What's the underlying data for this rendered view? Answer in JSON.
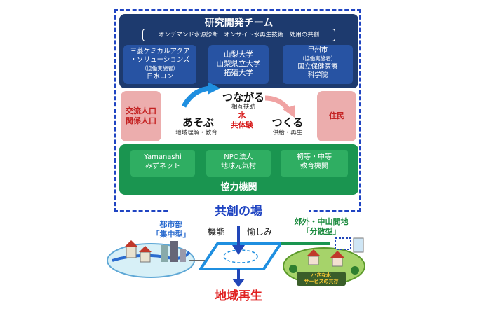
{
  "team": {
    "title": "研究開発チーム",
    "subtitle": "オンデマンド水源診断　オンサイト水再生技術　効用の共創",
    "members": [
      {
        "line1": "三菱ケミカルアクア",
        "line2": "・ソリューションズ",
        "line3": "（協働実施者）",
        "line4": "日水コン"
      },
      {
        "line1": "山梨大学",
        "line2": "山梨県立大学",
        "line3": "拓殖大学",
        "line4": ""
      },
      {
        "line1": "甲州市",
        "line2": "（協働実施者）",
        "line3": "国立保健医療",
        "line4": "科学院"
      }
    ]
  },
  "cycle": {
    "left_box": {
      "line1": "交流人口",
      "line2": "関係人口"
    },
    "right_box": "住民",
    "asobu": {
      "title": "あそぶ",
      "sub": "地域理解・教育"
    },
    "tsunagaru": {
      "title": "つながる",
      "sub": "相互扶助"
    },
    "tsukuru": {
      "title": "つくる",
      "sub": "供給・再生"
    },
    "center": {
      "line1": "水",
      "line2": "共体験"
    }
  },
  "cooperation": {
    "boxes": [
      {
        "line1": "Yamanashi",
        "line2": "みずネット"
      },
      {
        "line1": "NPO法人",
        "line2": "地球元気村"
      },
      {
        "line1": "初等・中等",
        "line2": "教育機関"
      }
    ],
    "title": "協力機関"
  },
  "kyoso_label": "共創の場",
  "bottom": {
    "urban": {
      "line1": "都市部",
      "line2": "「集中型」"
    },
    "rural": {
      "line1": "郊外・中山間地",
      "line2": "「分散型」"
    },
    "kino": "機能",
    "tanoshimi": "愉しみ",
    "small_water": {
      "line1": "小さな水",
      "line2": "サービスの共存"
    },
    "result": "地域再生"
  },
  "colors": {
    "team_bg": "#1d3a6e",
    "member_bg": "#2753a3",
    "green": "#1a9550",
    "accent_blue": "#1f44c2",
    "red": "#e02020"
  }
}
